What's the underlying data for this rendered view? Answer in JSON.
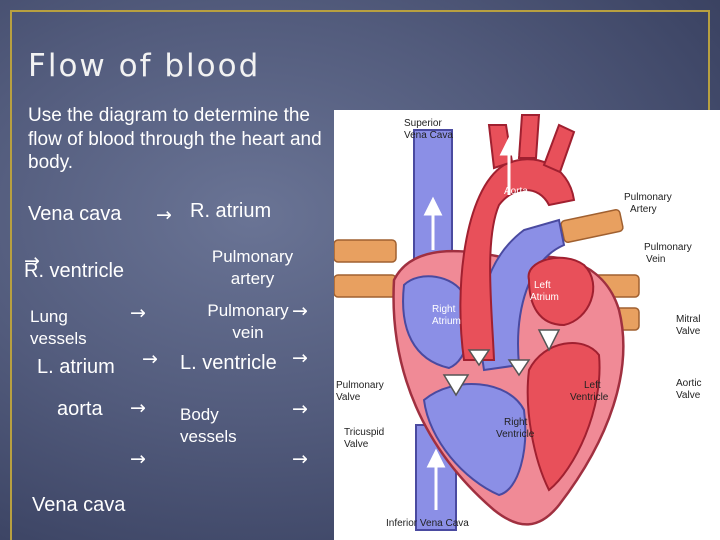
{
  "slide": {
    "title": "Flow of blood",
    "intro": "Use the diagram to determine the flow of blood through the heart and body."
  },
  "flow": {
    "vena_cava": "Vena cava",
    "r_atrium": "R. atrium",
    "r_ventricle": "R. ventricle",
    "pulmonary_artery": "Pulmonary artery",
    "lung_vessels": "Lung vessels",
    "pulmonary_vein": "Pulmonary vein",
    "l_atrium": "L. atrium",
    "l_ventricle": "L. ventricle",
    "aorta": "aorta",
    "body_vessels": "Body vessels",
    "vena_cava_end": "Vena cava",
    "arrow": "→"
  },
  "diagram": {
    "labels": {
      "superior_vena_cava": "Superior Vena Cava",
      "aorta": "Aorta",
      "pulmonary_artery": "Pulmonary Artery",
      "pulmonary_vein": "Pulmonary Vein",
      "left_atrium": "Left Atrium",
      "right_atrium": "Right Atrium",
      "mitral_valve": "Mitral Valve",
      "pulmonary_valve": "Pulmonary Valve",
      "left_ventricle": "Left Ventricle",
      "aortic_valve": "Aortic Valve",
      "tricuspid_valve": "Tricuspid Valve",
      "right_ventricle": "Right Ventricle",
      "inferior_vena_cava": "Inferior Vena Cava"
    },
    "colors": {
      "deoxygenated": "#8b8fe6",
      "oxygenated": "#e8505a",
      "muscle": "#f08a96",
      "vessel_tan": "#e8a060"
    }
  }
}
